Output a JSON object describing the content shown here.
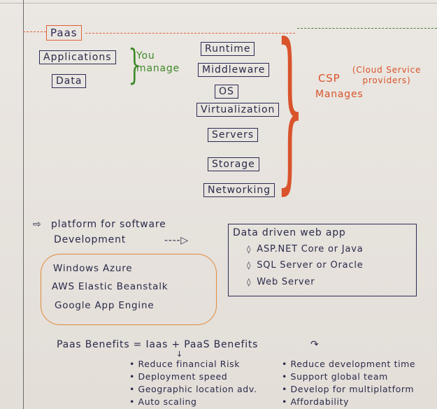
{
  "title": "Paas",
  "you_manage": {
    "label": "You manage",
    "items": [
      "Applications",
      "Data"
    ]
  },
  "csp_manages": {
    "label_csp": "CSP",
    "label_full": "(Cloud Service providers)",
    "label_manages": "Manages",
    "items": [
      "Runtime",
      "Middleware",
      "OS",
      "Virtualization",
      "Servers",
      "Storage",
      "Networking"
    ]
  },
  "platform": {
    "line1": "platform for software",
    "line2": "Development",
    "arrow": "----▷"
  },
  "example": {
    "title": "Data driven web app",
    "items": [
      "ASP.NET Core or Java",
      "SQL Server or Oracle",
      "Web Server"
    ]
  },
  "providers": [
    "Windows Azure",
    "AWS Elastic Beanstalk",
    "Google App Engine"
  ],
  "benefits": {
    "heading": "Paas Benefits = Iaas + PaaS Benefits",
    "iaas": [
      "Reduce financial Risk",
      "Deployment speed",
      "Geographic location adv.",
      "Auto scaling"
    ],
    "paas": [
      "Reduce development time",
      "Support global team",
      "Develop for multiplatform",
      "Affordability"
    ]
  },
  "colors": {
    "ink": "#2a2a4a",
    "orange": "#d9532b",
    "green": "#3f8a2a",
    "paper": "#e6e1dc"
  }
}
